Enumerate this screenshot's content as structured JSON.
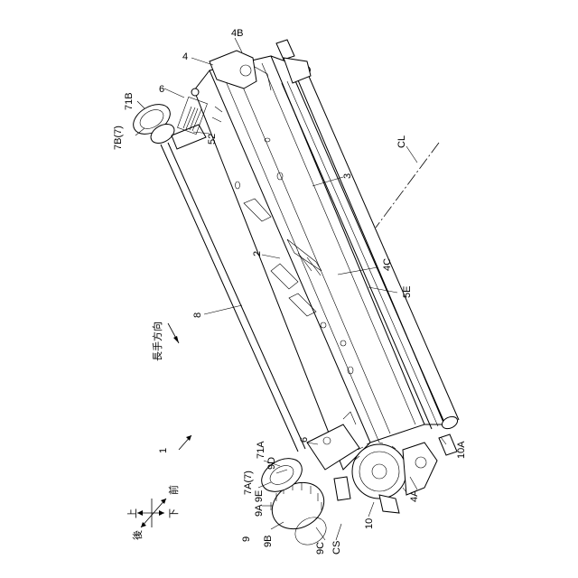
{
  "labels": {
    "l4": "4",
    "l4B": "4B",
    "l6top": "6",
    "l71B": "71B",
    "l7B": "7B(7)",
    "l52": "52",
    "lCL": "CL",
    "l3": "3",
    "l2": "2",
    "l4C": "4C",
    "l5E": "5E",
    "l8": "8",
    "l_long": "長手方向",
    "l1": "1",
    "l6bot": "6",
    "l9D": "9D",
    "l71A": "71A",
    "l7A": "7A(7)",
    "l9A9E": "9A 9E",
    "l9": "9",
    "l9B": "9B",
    "l9C": "9C",
    "lCS": "CS",
    "l10": "10",
    "l4A": "4A",
    "l10A": "10A"
  },
  "compass": {
    "up": "上",
    "down": "下",
    "front": "前",
    "back": "後"
  }
}
